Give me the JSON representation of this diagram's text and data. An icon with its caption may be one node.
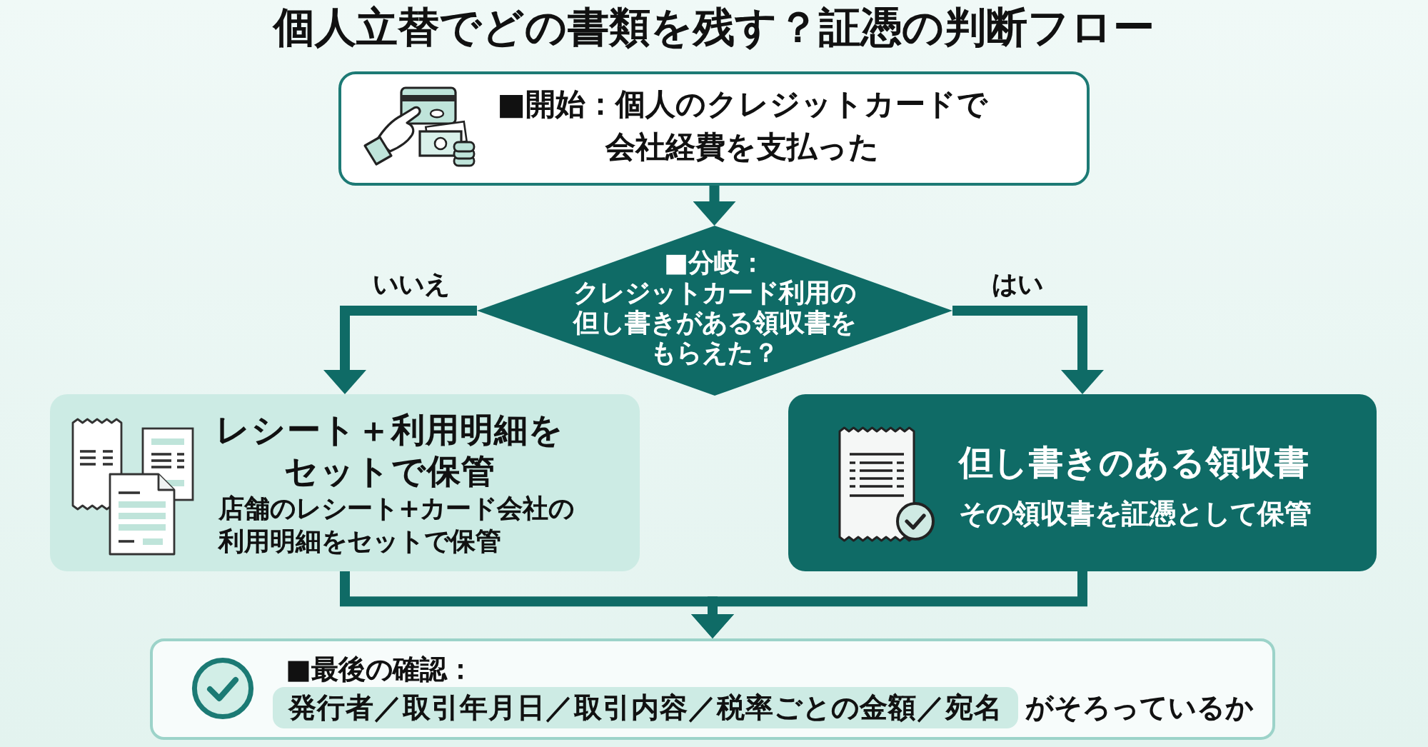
{
  "diagram": {
    "title": "個人立替でどの書類を残す？証憑の判断フロー",
    "nodes": [
      {
        "text": [
          "■開始：個人のクレジットカードで会社経費を支払った"
        ]
      },
      {
        "text": [
          "■分岐：",
          "クレジットカード利用の但し書きがある領収書をもらえた？"
        ]
      },
      {
        "text": [
          "レシート＋利用明細をセットで保管",
          "店舗のレシート+カード会社の利用明細をセットで保管"
        ]
      },
      {
        "text": [
          "但し書きのある領収書",
          "その領収書を証憑として保管"
        ]
      },
      {
        "text": [
          "■最後の確認：",
          "発行者／取引年月日／取引内容／税率ごとの金額／宛名",
          "がそろっているか"
        ]
      }
    ],
    "edges": [
      {
        "from": 0,
        "to": 1,
        "arrow": "to"
      },
      {
        "from": 1,
        "to": 2,
        "arrow": "to",
        "label": "いいえ"
      },
      {
        "from": 1,
        "to": 3,
        "arrow": "to",
        "label": "はい"
      },
      {
        "from": 2,
        "to": 4,
        "arrow": "to"
      },
      {
        "from": 3,
        "to": 4,
        "arrow": "to"
      }
    ]
  }
}
